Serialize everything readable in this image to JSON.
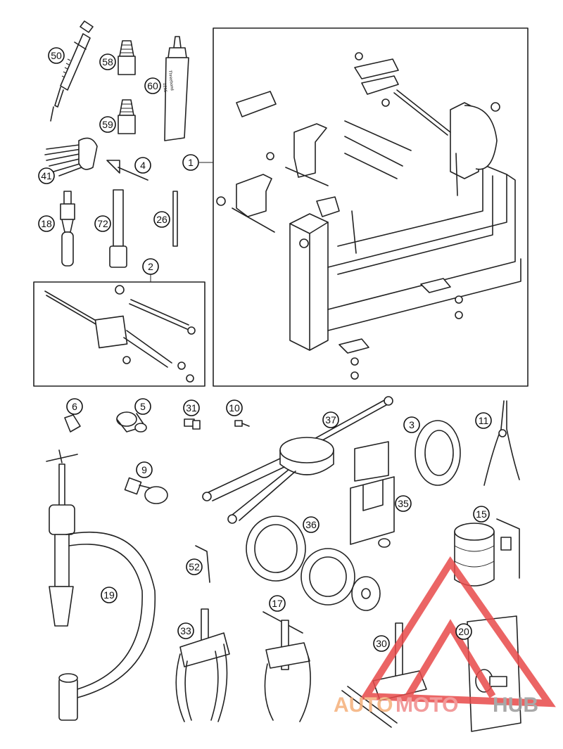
{
  "callouts": [
    {
      "id": "50"
    },
    {
      "id": "58"
    },
    {
      "id": "60"
    },
    {
      "id": "59"
    },
    {
      "id": "41"
    },
    {
      "id": "4"
    },
    {
      "id": "1"
    },
    {
      "id": "18"
    },
    {
      "id": "72"
    },
    {
      "id": "26"
    },
    {
      "id": "2"
    },
    {
      "id": "6"
    },
    {
      "id": "5"
    },
    {
      "id": "31"
    },
    {
      "id": "10"
    },
    {
      "id": "37"
    },
    {
      "id": "3"
    },
    {
      "id": "11"
    },
    {
      "id": "9"
    },
    {
      "id": "35"
    },
    {
      "id": "36"
    },
    {
      "id": "15"
    },
    {
      "id": "52"
    },
    {
      "id": "19"
    },
    {
      "id": "17"
    },
    {
      "id": "33"
    },
    {
      "id": "30"
    },
    {
      "id": "20"
    }
  ],
  "tube_label": {
    "line1": "Threebond",
    "line2": "1215"
  },
  "watermark": {
    "part1": "AUTO",
    "part2": "MOTO",
    "part3": "HUB",
    "color_auto": "#f5b07a",
    "color_moto": "#f08a8a",
    "color_hub": "#9a9a9a",
    "logo_color": "#e84a4a"
  }
}
